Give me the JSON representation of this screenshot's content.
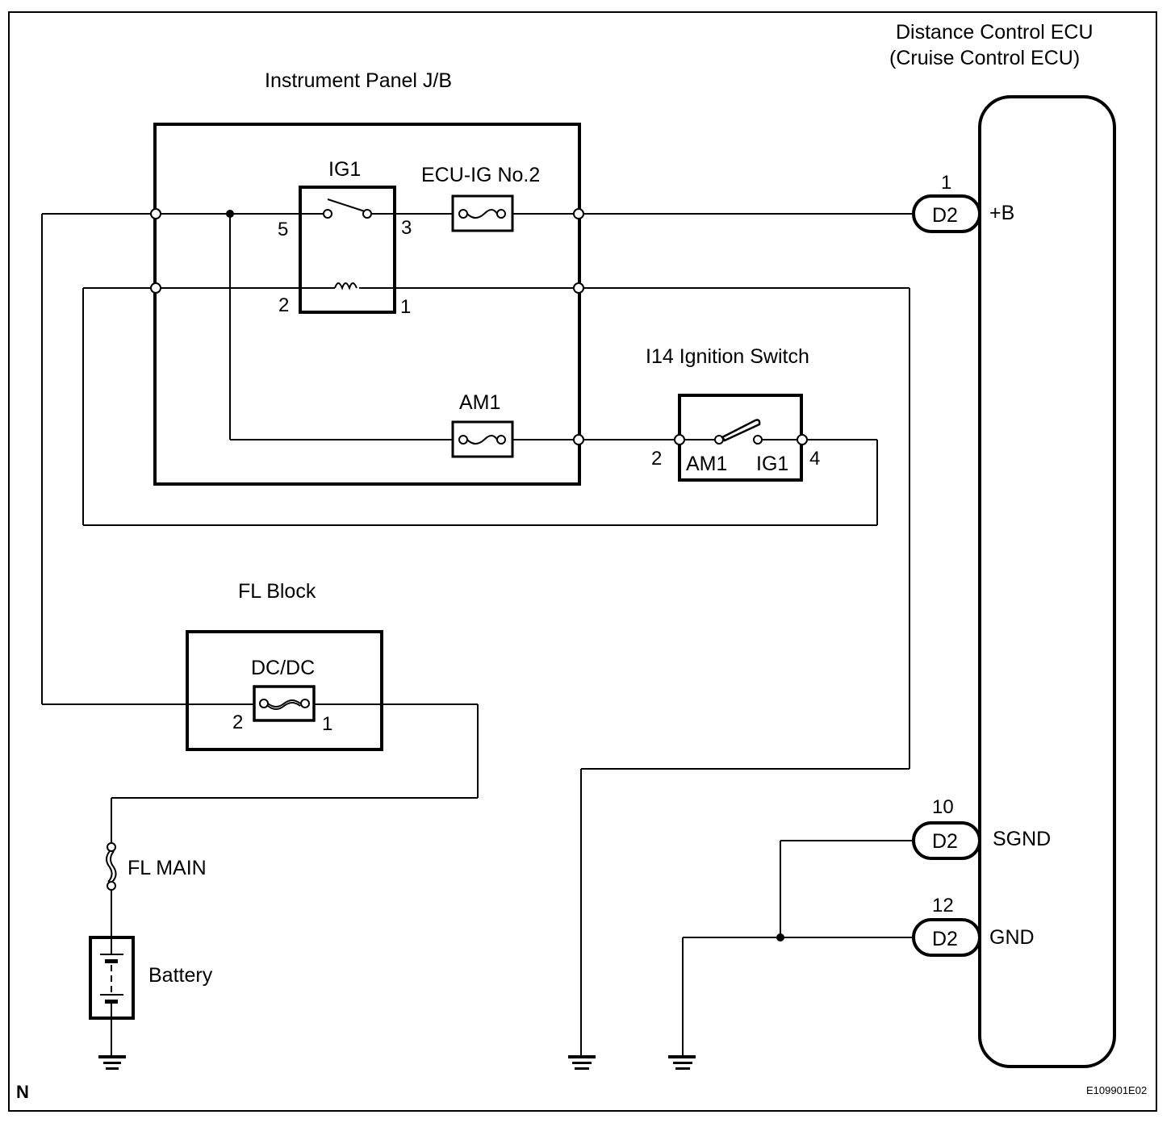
{
  "components": {
    "instrument_panel_jb": "Instrument Panel J/B",
    "ig1_relay": "IG1",
    "ecu_ig_fuse": "ECU-IG No.2",
    "am1_fuse": "AM1",
    "ignition_switch": "I14 Ignition Switch",
    "ignition_switch_am1": "AM1",
    "ignition_switch_ig1": "IG1",
    "fl_block": "FL Block",
    "dcdc_fuse": "DC/DC",
    "fl_main": "FL MAIN",
    "battery": "Battery",
    "ecu_title_line1": "Distance Control ECU",
    "ecu_title_line2": "(Cruise Control ECU)"
  },
  "pins": {
    "relay_5": "5",
    "relay_3": "3",
    "relay_2": "2",
    "relay_1": "1",
    "ign_2": "2",
    "ign_4": "4",
    "dcdc_2": "2",
    "dcdc_1": "1"
  },
  "connectors": [
    {
      "pin": "1",
      "name": "D2",
      "signal": "+B"
    },
    {
      "pin": "10",
      "name": "D2",
      "signal": "SGND"
    },
    {
      "pin": "12",
      "name": "D2",
      "signal": "GND"
    }
  ],
  "footer": {
    "corner_mark": "N",
    "figure_id": "E109901E02"
  }
}
